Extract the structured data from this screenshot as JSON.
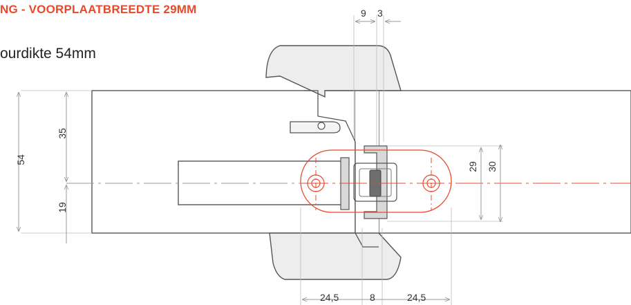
{
  "title": "NG - VOORPLAATBREEDTE 29MM",
  "subtitle": "ourdikte 54mm",
  "dimensions": {
    "top_left": "9",
    "top_right": "3",
    "total_height": "54",
    "upper_height": "35",
    "lower_height": "19",
    "inner_height": "29",
    "outer_height": "30",
    "bottom_left": "24,5",
    "bottom_mid": "8",
    "bottom_right": "24,5"
  },
  "colors": {
    "accent": "#e8492b",
    "line": "#555555",
    "thin": "#9a9a9a",
    "shade": "#e6e6e6"
  }
}
